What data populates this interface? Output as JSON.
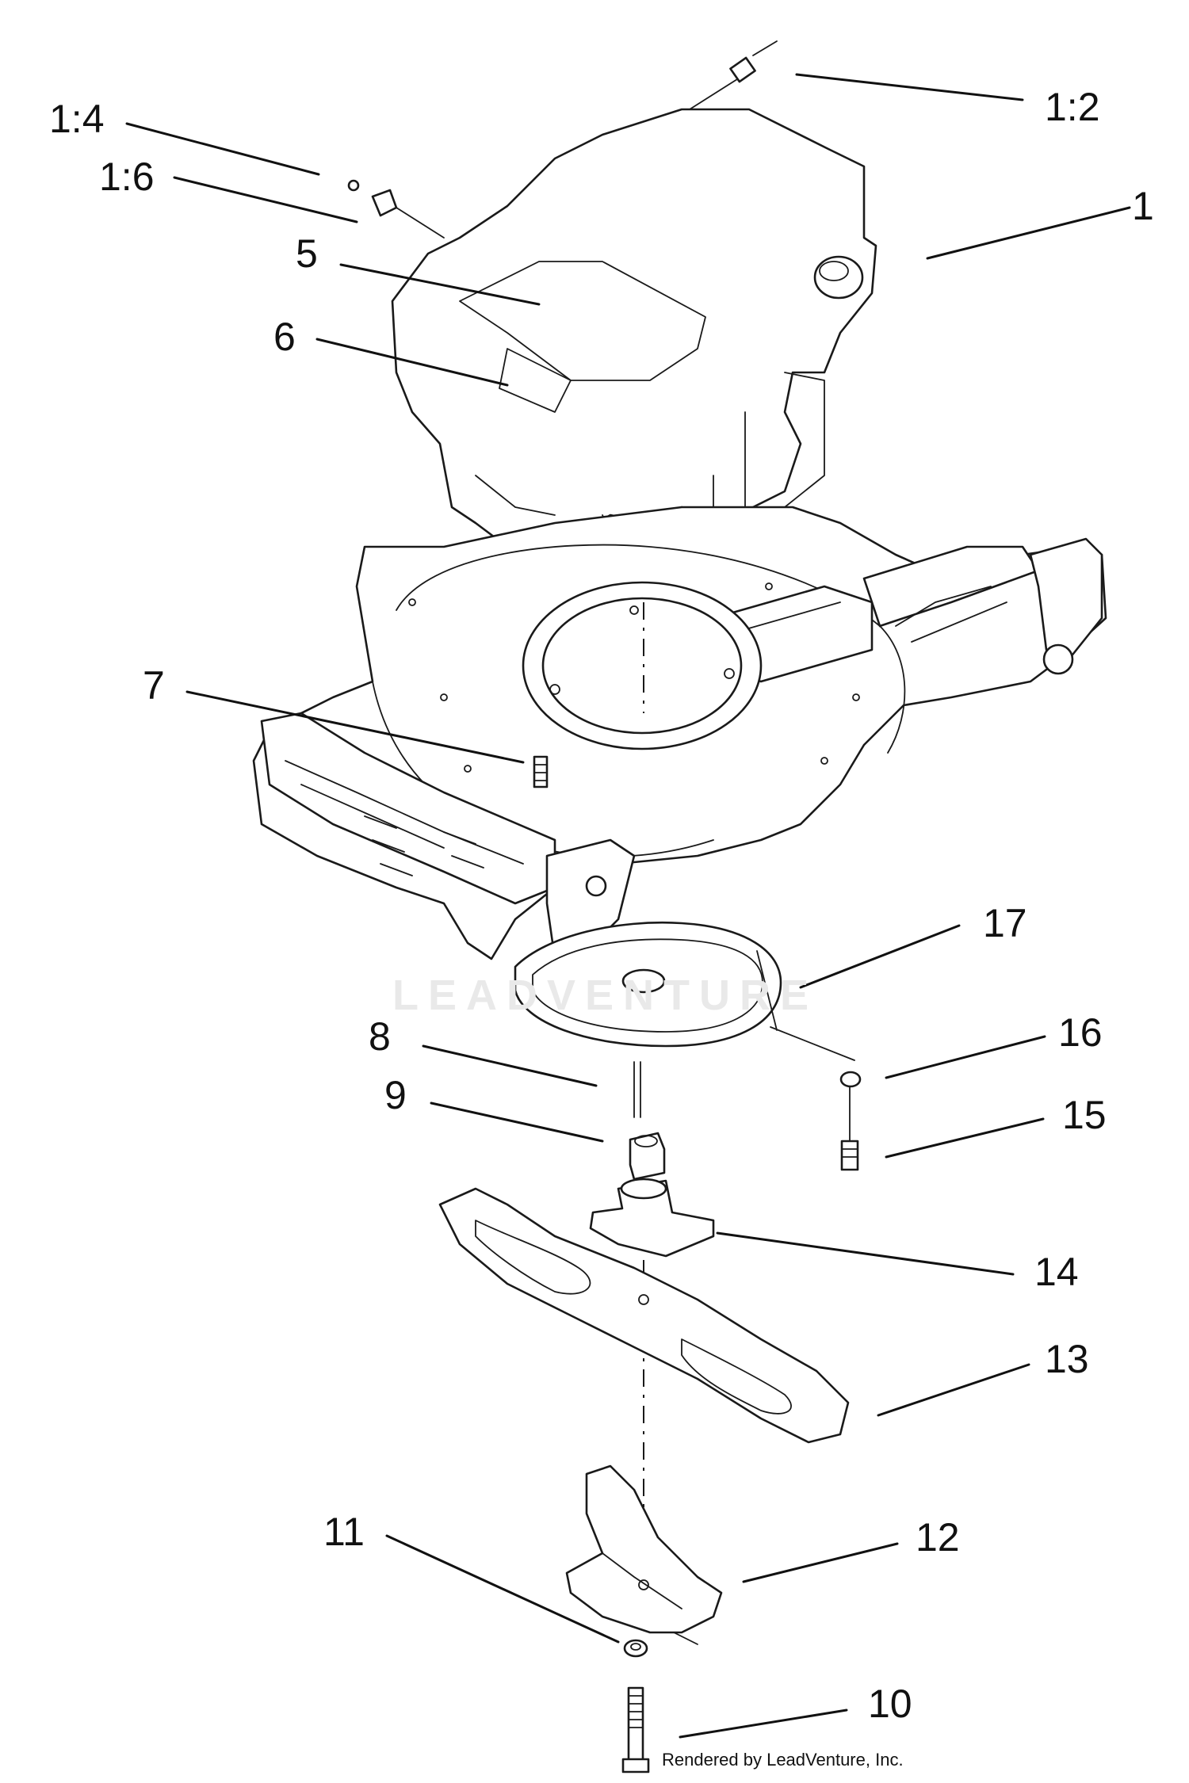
{
  "callouts": [
    {
      "id": "c-1-4",
      "text": "1:4"
    },
    {
      "id": "c-1-6",
      "text": "1:6"
    },
    {
      "id": "c-1-2",
      "text": "1:2"
    },
    {
      "id": "c-1",
      "text": "1"
    },
    {
      "id": "c-5",
      "text": "5"
    },
    {
      "id": "c-6",
      "text": "6"
    },
    {
      "id": "c-7",
      "text": "7"
    },
    {
      "id": "c-17",
      "text": "17"
    },
    {
      "id": "c-8",
      "text": "8"
    },
    {
      "id": "c-16",
      "text": "16"
    },
    {
      "id": "c-9",
      "text": "9"
    },
    {
      "id": "c-15",
      "text": "15"
    },
    {
      "id": "c-14",
      "text": "14"
    },
    {
      "id": "c-13",
      "text": "13"
    },
    {
      "id": "c-11",
      "text": "11"
    },
    {
      "id": "c-12",
      "text": "12"
    },
    {
      "id": "c-10",
      "text": "10"
    }
  ],
  "watermark": "LEADVENTURE",
  "credit": "Rendered by LeadVenture, Inc."
}
